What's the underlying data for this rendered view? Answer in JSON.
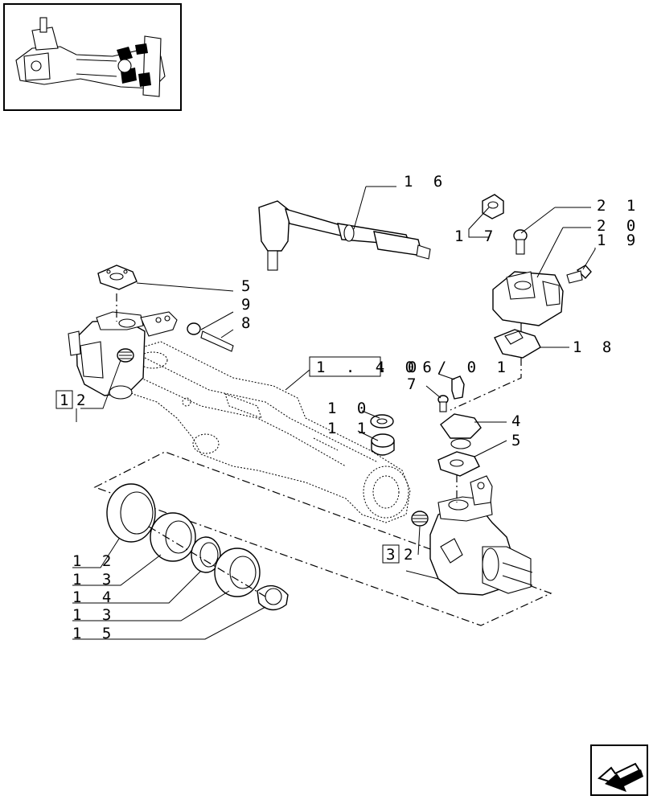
{
  "callouts": [
    {
      "id": "c16",
      "text": "1 6"
    },
    {
      "id": "c17",
      "text": "1 7"
    },
    {
      "id": "c21",
      "text": "2 1"
    },
    {
      "id": "c20",
      "text": "2 0"
    },
    {
      "id": "c19",
      "text": "1 9"
    },
    {
      "id": "c5a",
      "text": "5"
    },
    {
      "id": "c9",
      "text": "9"
    },
    {
      "id": "c8",
      "text": "8"
    },
    {
      "id": "c18",
      "text": "1 8"
    },
    {
      "id": "c7",
      "text": "7"
    },
    {
      "id": "c10",
      "text": "1 0"
    },
    {
      "id": "c11",
      "text": "1 1"
    },
    {
      "id": "c4",
      "text": "4"
    },
    {
      "id": "c5b",
      "text": "5"
    },
    {
      "id": "c12",
      "text": "1 2"
    },
    {
      "id": "c13a",
      "text": "1 3"
    },
    {
      "id": "c14",
      "text": "1 4"
    },
    {
      "id": "c13b",
      "text": "1 3"
    },
    {
      "id": "c15",
      "text": "1 5"
    }
  ],
  "references": {
    "main_ref_box": "1 . 4 0",
    "main_ref_suffix": ". 06/ 0 1",
    "left_box_num": "1",
    "left_box_suffix": "2",
    "right_box_num": "3",
    "right_box_suffix": "2"
  },
  "icons": {
    "thumbnail": "axle-assembly-thumbnail",
    "nav": "next-page-arrow-icon"
  }
}
